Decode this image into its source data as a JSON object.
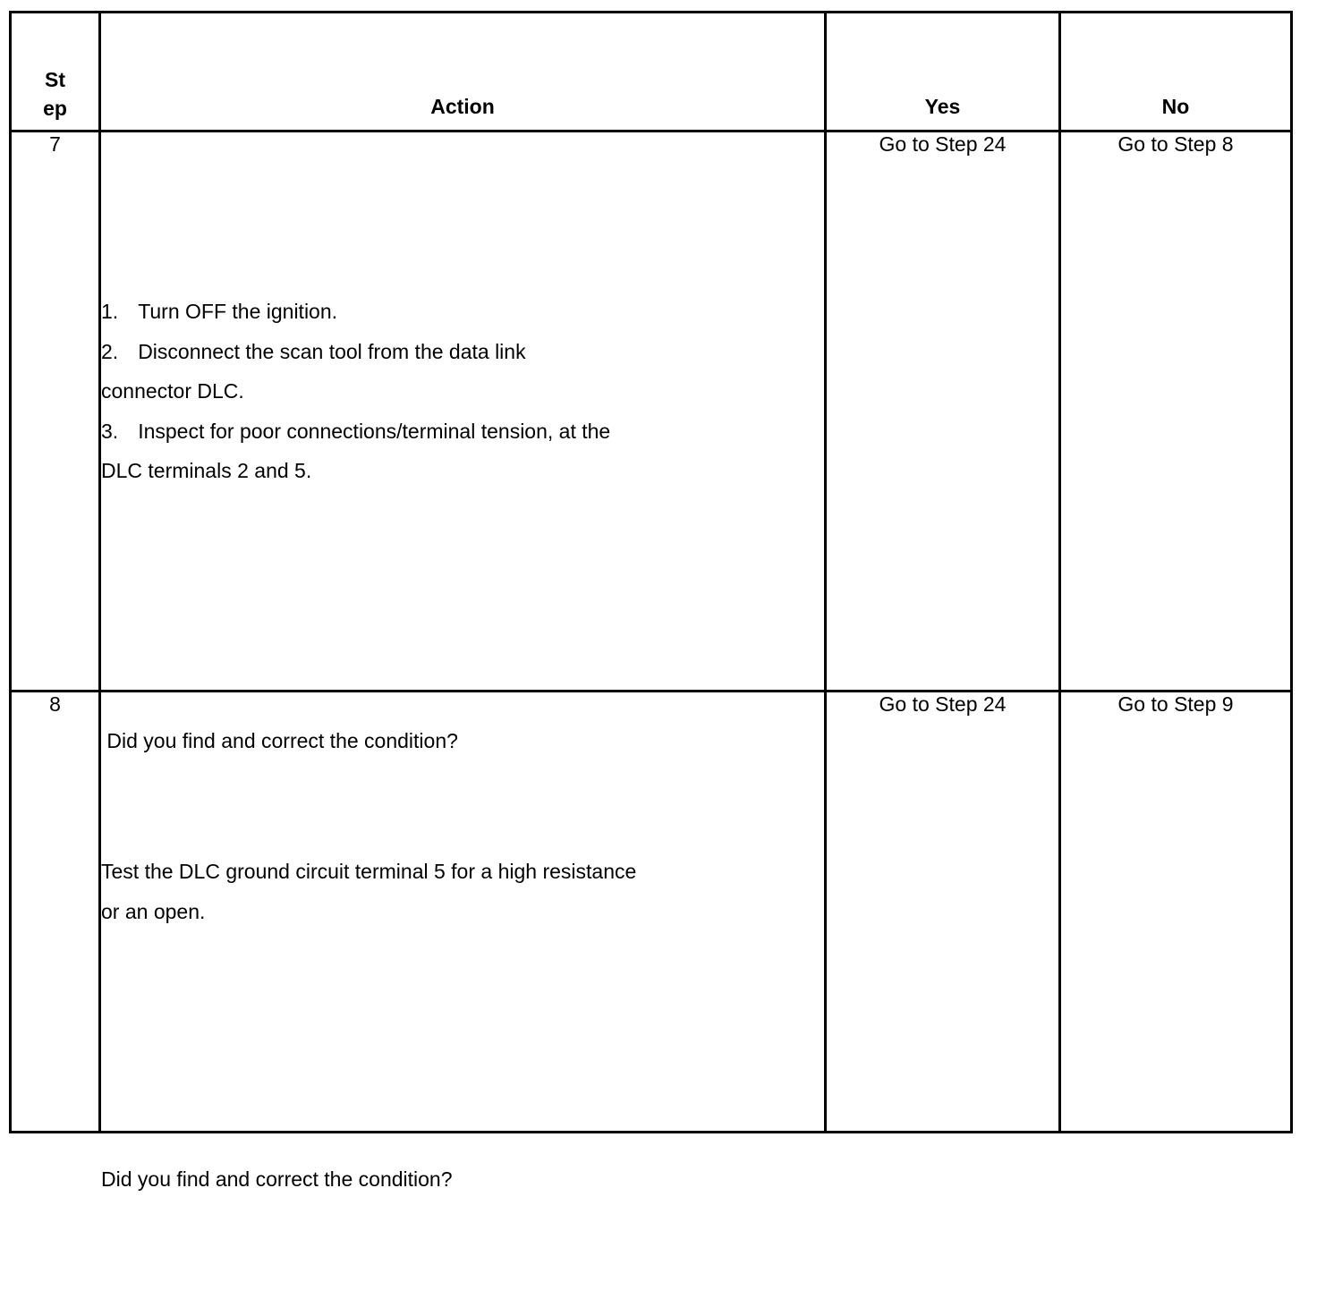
{
  "document": {
    "type": "diagnostic-troubleshooting-table",
    "title": "DLC Diagnostic Step Table"
  },
  "table": {
    "columns": [
      {
        "key": "step",
        "header": "Step",
        "header_wrapped": "St\nep"
      },
      {
        "key": "action",
        "header": "Action"
      },
      {
        "key": "yes",
        "header": "Yes"
      },
      {
        "key": "no",
        "header": "No"
      }
    ],
    "rows": [
      {
        "step": "7",
        "action_lines": [
          "1.\tTurn OFF the ignition.",
          "2.\tDisconnect the scan tool from the data link",
          "connector DLC.",
          "3.\tInspect for poor connections/terminal tension, at the",
          "DLC terminals 2 and 5."
        ],
        "action_numbered": [
          {
            "number": "1.",
            "text": "Turn OFF the ignition."
          },
          {
            "number": "2.",
            "text": "Disconnect the scan tool from the data link connector DLC."
          },
          {
            "number": "3.",
            "text": "Inspect for poor connections/terminal tension, at the DLC terminals 2 and 5."
          }
        ],
        "question": " Did you find and correct the condition?",
        "yes": "Go to Step 24",
        "no": "Go to Step 8"
      },
      {
        "step": "8",
        "action_lines": [
          "Test the DLC ground circuit terminal 5 for a high resistance",
          "or an open."
        ],
        "action_numbered": [],
        "question": "Did you find and correct the condition?",
        "yes": "Go to Step 24",
        "no": "Go to Step 9"
      }
    ]
  },
  "style": {
    "border_color": "#000000",
    "text_color": "#000000",
    "background": "#ffffff"
  }
}
